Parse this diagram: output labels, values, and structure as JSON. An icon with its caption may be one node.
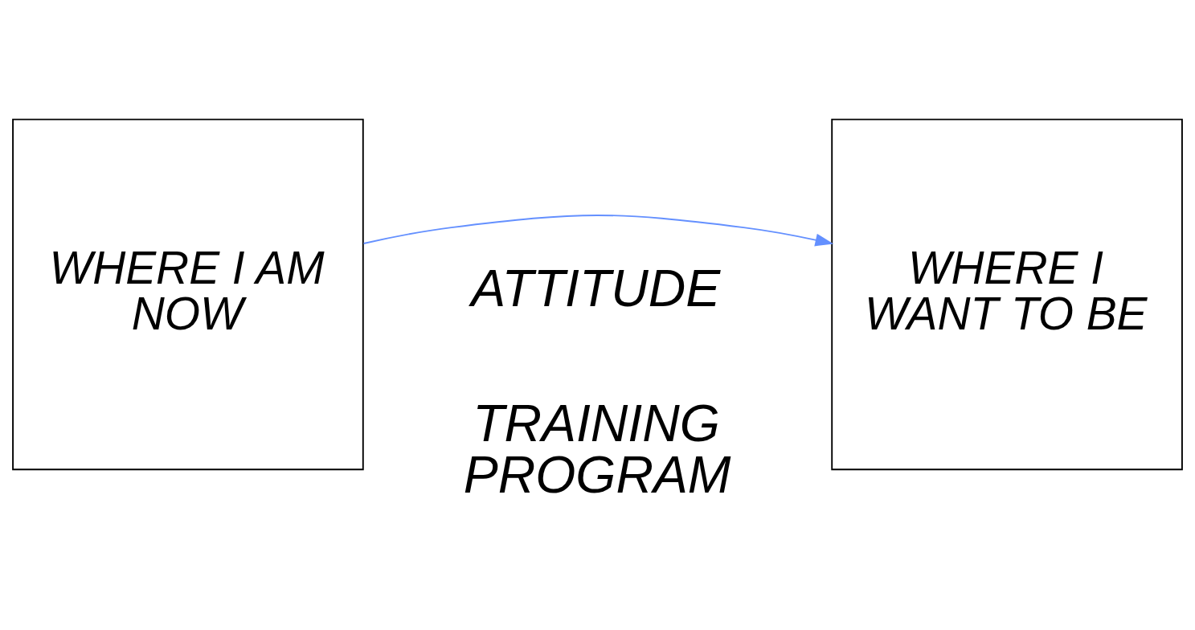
{
  "diagram": {
    "nodes": [
      {
        "text": [
          "WHERE I AM NOW"
        ]
      },
      {
        "text": [
          "WHERE I WANT TO BE"
        ]
      }
    ],
    "edges": [
      {
        "from": 0,
        "to": 1,
        "arrow": "to",
        "color": "#6490ff"
      }
    ],
    "labels": [
      "ATTITUDE",
      "TRAINING PROGRAM"
    ]
  }
}
